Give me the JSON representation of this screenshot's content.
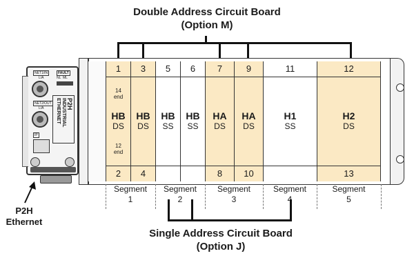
{
  "title_top": {
    "line1": "Double Address Circuit Board",
    "line2": "(Option M)"
  },
  "title_bottom": {
    "line1": "Single Address Circuit Board",
    "line2": "(Option J)"
  },
  "module": {
    "label1": "P2H",
    "label2": "INDUSTRIAL",
    "label3": "ETHERNET",
    "port1": "NET1/IN",
    "port1_sub": "L/A",
    "port2": "NET2/OUT",
    "port2_sub": "L/A",
    "fault": "FAULT",
    "fault_sub": "NL  ML",
    "ip": "IP",
    "caption1": "P2H",
    "caption2": "Ethernet"
  },
  "slots": [
    {
      "top": "1",
      "bottom": "2",
      "code": "HB",
      "type": "DS",
      "end_top": "14\nend",
      "end_bottom": "12\nend",
      "tan": true
    },
    {
      "top": "3",
      "bottom": "4",
      "code": "HB",
      "type": "DS",
      "tan": true
    },
    {
      "top": "5",
      "bottom": "",
      "code": "HB",
      "type": "SS",
      "tan": false
    },
    {
      "top": "6",
      "bottom": "",
      "code": "HB",
      "type": "SS",
      "tan": false
    },
    {
      "top": "7",
      "bottom": "8",
      "code": "HA",
      "type": "DS",
      "tan": true
    },
    {
      "top": "9",
      "bottom": "10",
      "code": "HA",
      "type": "DS",
      "tan": true
    },
    {
      "top": "11",
      "bottom": "",
      "code": "H1",
      "type": "SS",
      "tan": false
    },
    {
      "top": "12",
      "bottom": "13",
      "code": "H2",
      "type": "DS",
      "tan": true
    }
  ],
  "segments": [
    {
      "name": "Segment",
      "num": "1"
    },
    {
      "name": "Segment",
      "num": "2"
    },
    {
      "name": "Segment",
      "num": "3"
    },
    {
      "name": "Segment",
      "num": "4"
    },
    {
      "name": "Segment",
      "num": "5"
    }
  ],
  "colors": {
    "tan": "#fbe9c4",
    "line": "#111111"
  }
}
